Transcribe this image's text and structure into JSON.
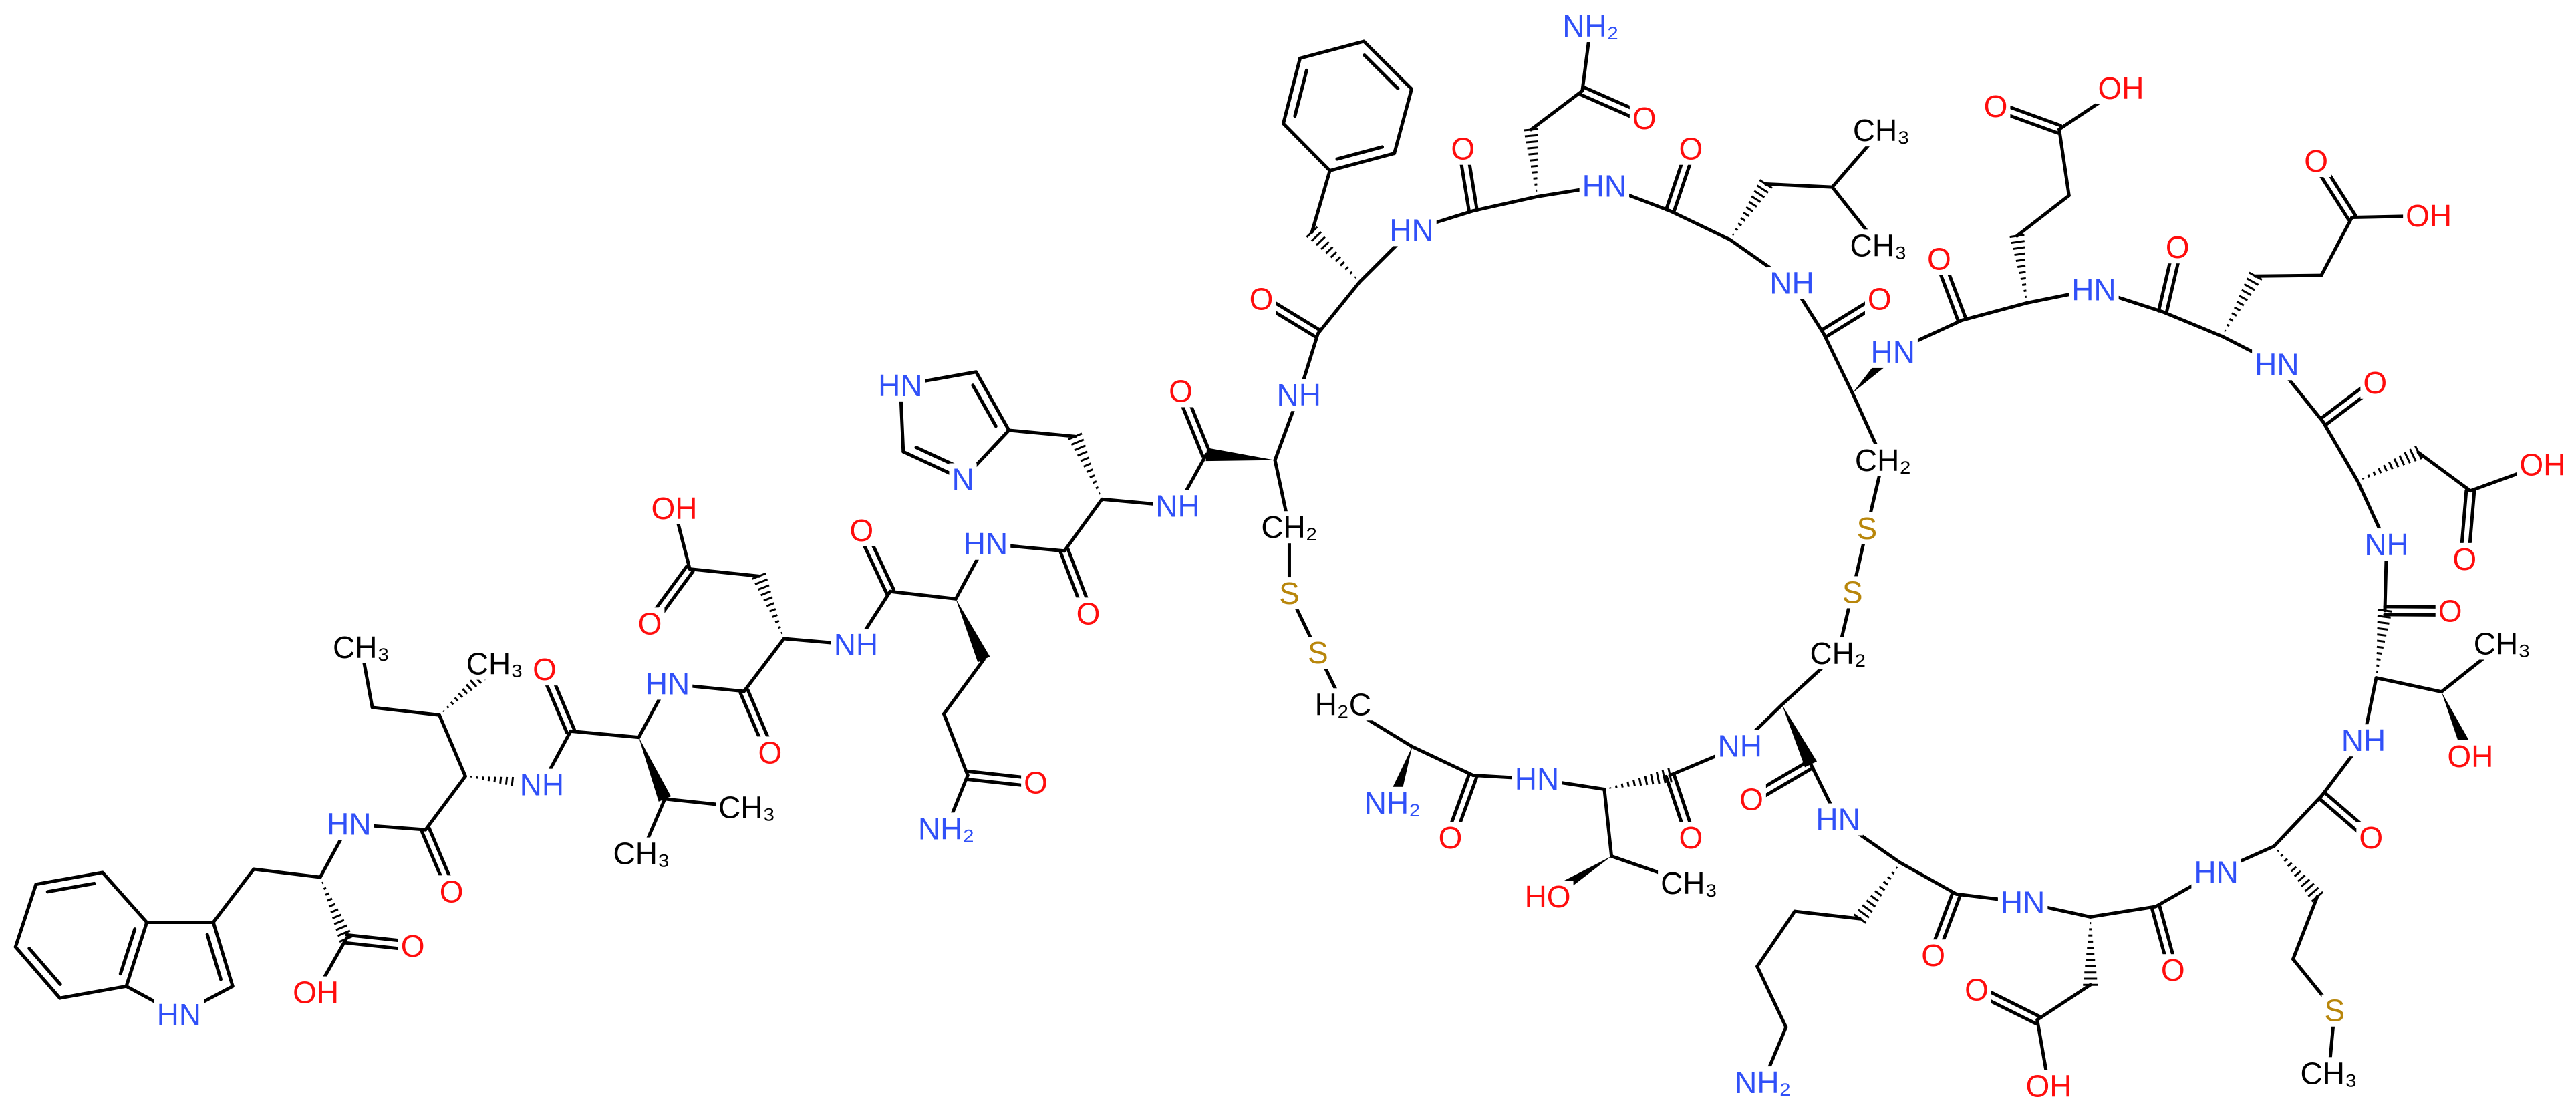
{
  "element_colors": {
    "O": "#FF0D0D",
    "N": "#3050F8",
    "S": "#B8860B",
    "C": "#000000"
  },
  "atoms": {
    "trp_n1": "HN",
    "trp_o": "O",
    "trp_oh": "OH",
    "trp_nh": "HN",
    "ile_o": "O",
    "ile_me": "CH₃",
    "ile_et_me": "CH₃",
    "ile_nh": "NH",
    "val_o": "O",
    "val_me1": "CH₃",
    "val_me2": "CH₃",
    "val_nh": "HN",
    "asp1_o": "O",
    "asp1_o2": "O",
    "asp1_oh": "OH",
    "asp1_nh": "NH",
    "gln_o": "O",
    "gln_nh": "HN",
    "gln_o2": "O",
    "gln_nh2": "NH₂",
    "his_o": "O",
    "his_hn": "HN",
    "his_n": "N",
    "his_nh": "NH",
    "cys1_o": "O",
    "cys1_ch2": "CH₂",
    "s1": "S",
    "s2": "S",
    "cys2_ch2": "H₂C",
    "cys2_nh2": "NH₂",
    "cys2_o": "O",
    "cys2_nh": "HN",
    "thr1_o": "O",
    "thr1_oh": "HO",
    "thr1_me": "CH₃",
    "thr1_nh": "NH",
    "cys3_ch2": "CH₂",
    "s4": "S",
    "s3": "S",
    "cys3_o": "O",
    "cys3_nh": "HN",
    "lys_nh2": "NH₂",
    "lys_o": "O",
    "lys_nh": "HN",
    "asp3_o2": "O",
    "asp3_oh": "OH",
    "asp3_o": "O",
    "asp3_nh": "HN",
    "met_s": "S",
    "met_me": "CH₃",
    "met_o": "O",
    "met_nh": "NH",
    "thr2_me": "CH₃",
    "thr2_oh": "OH",
    "thr2_o": "O",
    "thr2_nh": "NH",
    "asp2_o2": "O",
    "asp2_oh": "OH",
    "asp2_nh": "HN",
    "asp2_o": "O",
    "glu2_o2": "O",
    "glu2_oh": "OH",
    "glu2_o": "O",
    "glu2_nh": "HN",
    "glu1_o2": "O",
    "glu1_oh": "OH",
    "glu1_o": "O",
    "glu1_nh": "HN",
    "cys4_ch2": "CH₂",
    "leu_o": "O",
    "leu_nh": "NH",
    "leu_me1": "CH₃",
    "leu_me2": "CH₃",
    "asnc_o": "O",
    "asn_nh": "HN",
    "asn_o2": "O",
    "asn_nh2": "NH₂",
    "asn_o": "O",
    "phe_nh": "HN",
    "phe_o": "O",
    "cys1_nh": "NH"
  }
}
